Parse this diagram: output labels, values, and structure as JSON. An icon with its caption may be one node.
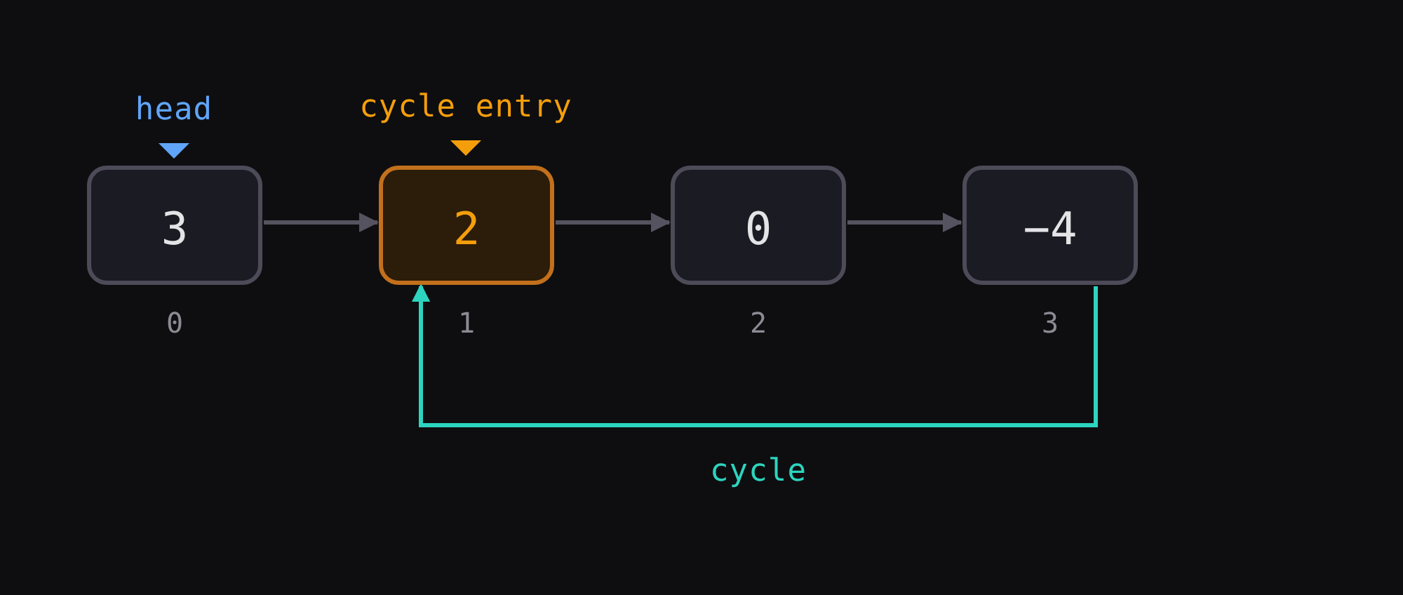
{
  "diagram": {
    "nodes": [
      {
        "text": [
          "3"
        ],
        "beside": [
          "0"
        ]
      },
      {
        "text": [
          "2"
        ],
        "beside": [
          "1"
        ]
      },
      {
        "text": [
          "0"
        ],
        "beside": [
          "2"
        ]
      },
      {
        "text": [
          "−4"
        ],
        "beside": [
          "3"
        ]
      }
    ],
    "edges": [
      {
        "from": 0,
        "to": 1,
        "arrow": "to"
      },
      {
        "from": 1,
        "to": 2,
        "arrow": "to"
      },
      {
        "from": 2,
        "to": 3,
        "arrow": "to"
      },
      {
        "from": 3,
        "to": 1,
        "arrow": "to",
        "label": "cycle",
        "color": "#2dd4bf"
      }
    ],
    "labels": [
      "head",
      "cycle entry"
    ]
  }
}
